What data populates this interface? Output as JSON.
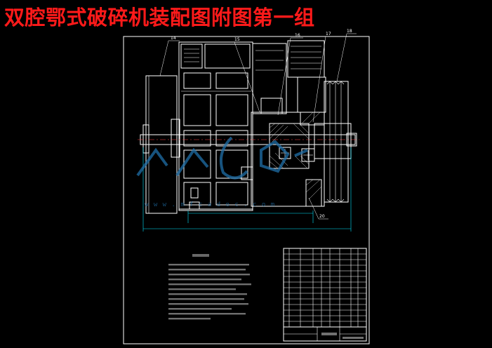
{
  "page": {
    "title": "双腔鄂式破碎机装配图附图第一组"
  },
  "colors": {
    "background": "#000000",
    "title": "#ff1a1a",
    "lines": "#ffffff",
    "centerline": "#ff4040",
    "dimension": "#00e5ff",
    "watermark": "#1f6fa8"
  },
  "drawing": {
    "part_labels": [
      "14",
      "15",
      "16",
      "17",
      "18",
      "20"
    ]
  },
  "watermark": {
    "domain": "w w w . m f c a d o c . c o m"
  }
}
